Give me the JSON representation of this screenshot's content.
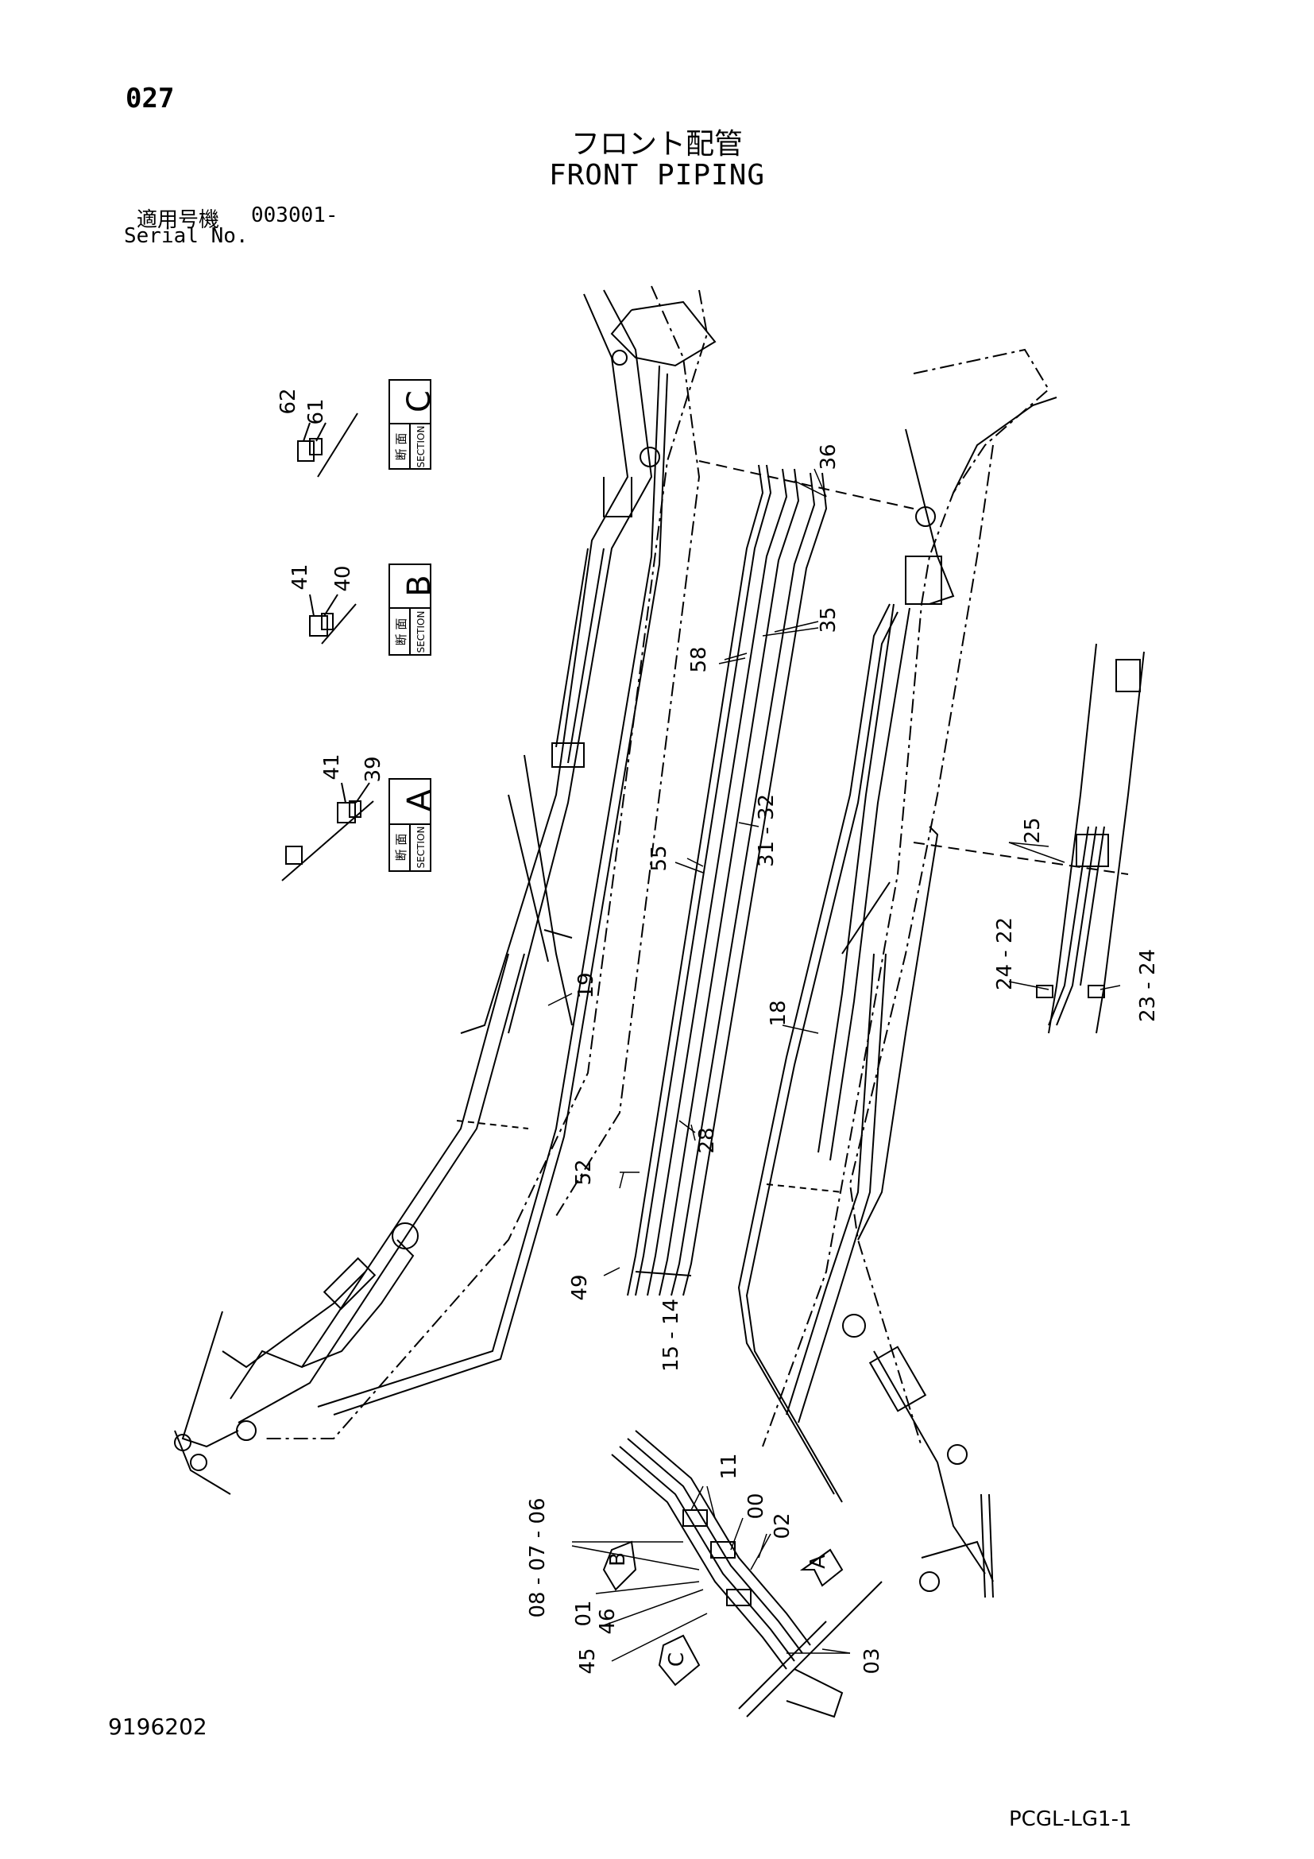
{
  "page": {
    "page_number": "027",
    "title_jp": "フロント配管",
    "title_en": "FRONT PIPING",
    "serial_label_jp": "適用号機",
    "serial_range": "003001-",
    "serial_label_en": "Serial No.",
    "drawing_number": "9196202",
    "catalog_code": "PCGL-LG1-1"
  },
  "sections": [
    {
      "letter": "C",
      "jp": "断 面",
      "en": "SECTION",
      "callouts": [
        "62",
        "61"
      ]
    },
    {
      "letter": "B",
      "jp": "断 面",
      "en": "SECTION",
      "callouts": [
        "41",
        "40"
      ]
    },
    {
      "letter": "A",
      "jp": "断 面",
      "en": "SECTION",
      "callouts": [
        "41",
        "39"
      ]
    }
  ],
  "callouts": {
    "c36": "36",
    "c35": "35",
    "c58": "58",
    "c31_32": "31 - 32",
    "c55": "55",
    "c19": "19",
    "c18": "18",
    "c28": "28",
    "c52": "52",
    "c49": "49",
    "c15_14": "15 - 14",
    "c25": "25",
    "c24_22": "24 - 22",
    "c23_24": "23 - 24",
    "c11": "11",
    "c00": "00",
    "c02": "02",
    "c08_07_06": "08 - 07 - 06",
    "c01": "01",
    "c46": "46",
    "c45": "45",
    "c03": "03"
  },
  "view_markers": {
    "a": "A",
    "b": "B",
    "c": "C"
  }
}
